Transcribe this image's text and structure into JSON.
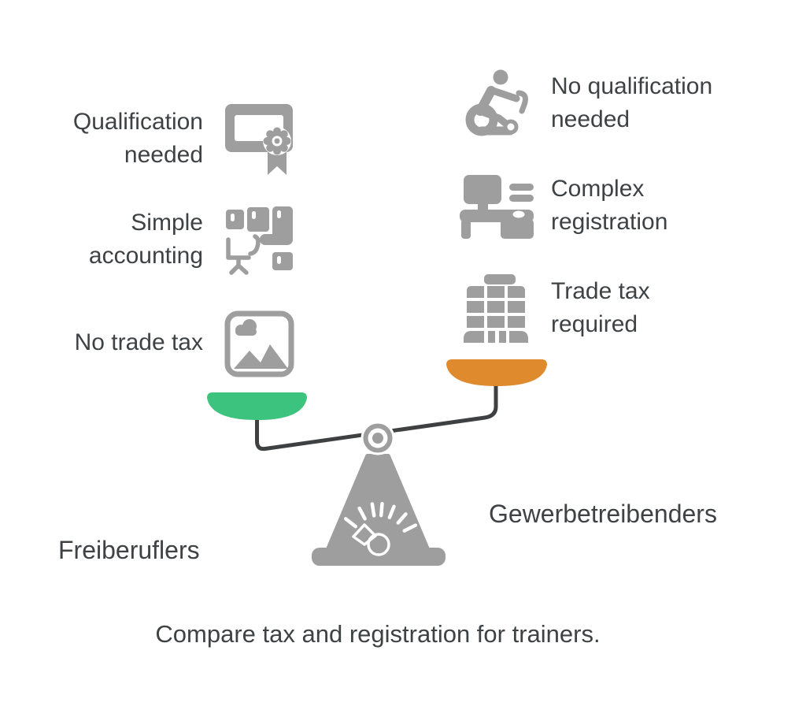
{
  "caption": "Compare tax and registration for trainers.",
  "left_side": {
    "label": "Freiberuflers",
    "pan_color_name": "green",
    "items": [
      {
        "line1": "Qualification",
        "line2": "needed",
        "icon": "certificate-icon"
      },
      {
        "line1": "Simple",
        "line2": "accounting",
        "icon": "office-furniture-icon"
      },
      {
        "line1": "No trade tax",
        "icon": "picture-icon"
      }
    ]
  },
  "right_side": {
    "label": "Gewerbetreibenders",
    "pan_color_name": "orange",
    "items": [
      {
        "line1": "No qualification",
        "line2": "needed",
        "icon": "exercise-bike-icon"
      },
      {
        "line1": "Complex",
        "line2": "registration",
        "icon": "computer-desk-icon"
      },
      {
        "line1": "Trade tax",
        "line2": "required",
        "icon": "office-building-icon"
      }
    ]
  },
  "center": {
    "icon": "balance-scale-icon",
    "gauge": "gauge-dial-icon"
  },
  "colors": {
    "background": "#ffffff",
    "text": "#3f4245",
    "icon_gray": "#9e9e9e",
    "beam_dark": "#3f4042",
    "green_pan": "#3cc47e",
    "orange_pan": "#e08a2e",
    "white": "#ffffff"
  }
}
